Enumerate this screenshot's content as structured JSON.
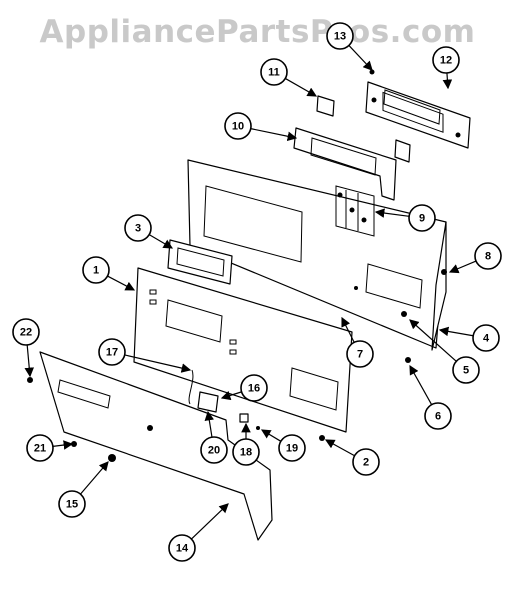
{
  "watermark": "AppliancePartsPros.com",
  "callouts": [
    "1",
    "2",
    "3",
    "4",
    "5",
    "6",
    "7",
    "8",
    "9",
    "10",
    "11",
    "12",
    "13",
    "14",
    "15",
    "16",
    "17",
    "18",
    "19",
    "20",
    "21",
    "22"
  ]
}
